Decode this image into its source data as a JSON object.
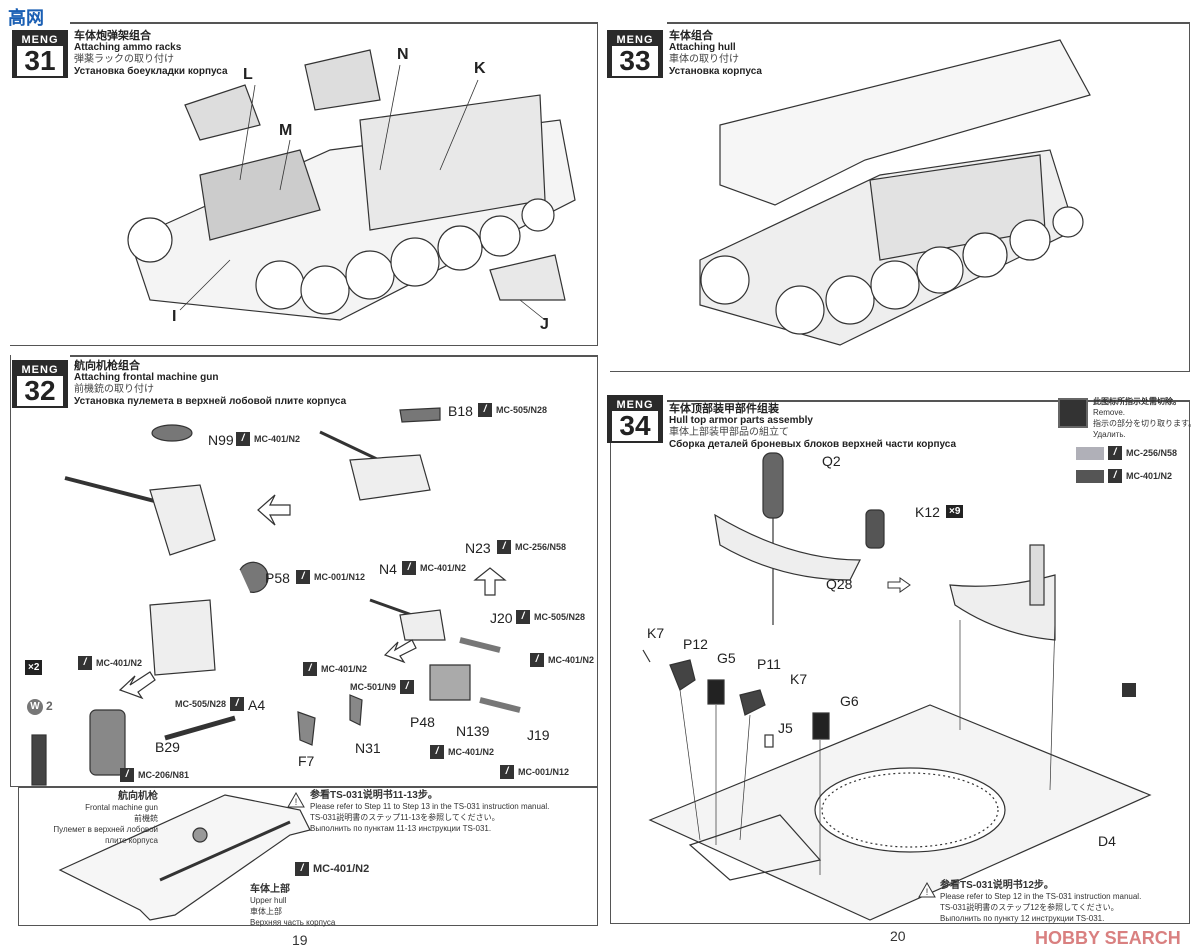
{
  "watermark_top": "高网",
  "brand": "MENG",
  "steps": {
    "s31": {
      "number": "31",
      "zh": "车体炮弹架组合",
      "en": "Attaching ammo racks",
      "ja": "弾薬ラックの取り付け",
      "ru": "Установка боеукладки корпуса",
      "callouts": [
        "L",
        "N",
        "M",
        "K",
        "I",
        "J"
      ]
    },
    "s32": {
      "number": "32",
      "zh": "航向机枪组合",
      "en": "Attaching frontal machine gun",
      "ja": "前機銃の取り付け",
      "ru": "Установка пулемета в верхней лобовой плите корпуса",
      "parts": {
        "N99": "N99",
        "B18": "B18",
        "P58": "P58",
        "N23": "N23",
        "N4": "N4",
        "J20": "J20",
        "A4": "A4",
        "B29": "B29",
        "F7": "F7",
        "N31": "N31",
        "P48": "P48",
        "N139": "N139",
        "J19": "J19",
        "x2": "×2",
        "w2": "2"
      },
      "paints": {
        "p1": "MC-401/N2",
        "p2": "MC-505/N28",
        "p3": "MC-001/N12",
        "p4": "MC-256/N58",
        "p5": "MC-401/N2",
        "p6": "MC-505/N28",
        "p7": "MC-401/N2",
        "p8": "MC-401/N2",
        "p9": "MC-401/N2",
        "p10": "MC-501/N9",
        "p11": "MC-505/N28",
        "p12": "MC-401/N2",
        "p13": "MC-001/N12",
        "p14": "MC-206/N81"
      },
      "sub": {
        "gun_zh": "航向机枪",
        "gun_en": "Frontal machine gun",
        "gun_ja": "前機銃",
        "gun_ru": "Пулемет в верхней лобовой плите корпуса",
        "hull_zh": "车体上部",
        "hull_en": "Upper hull",
        "hull_ja": "車体上部",
        "hull_ru": "Верхняя часть корпуса",
        "paint": "MC-401/N2",
        "note_zh": "参看TS-031说明书11-13步。",
        "note_en": "Please refer to Step 11 to Step 13 in the TS-031 instruction manual.",
        "note_ja": "TS-031説明書のステップ11-13を参照してください。",
        "note_ru": "Выполнить по пунктам 11-13 инструкции TS-031."
      }
    },
    "s33": {
      "number": "33",
      "zh": "车体组合",
      "en": "Attaching hull",
      "ja": "車体の取り付け",
      "ru": "Установка корпуса"
    },
    "s34": {
      "number": "34",
      "zh": "车体顶部装甲部件组装",
      "en": "Hull top armor parts assembly",
      "ja": "車体上部装甲部品の組立て",
      "ru": "Сборка деталей броневых блоков верхней части корпуса",
      "legend": {
        "remove_zh": "此图标所指示处需切除。",
        "remove_en": "Remove.",
        "remove_ja": "指示の部分を切り取ります。",
        "remove_ru": "Удалить.",
        "light": "MC-256/N58",
        "dark": "MC-401/N2",
        "light_color": "#b0b0b8",
        "dark_color": "#555555"
      },
      "parts": {
        "Q2": "Q2",
        "K12": "K12",
        "x9": "×9",
        "Q28": "Q28",
        "K7a": "K7",
        "P12": "P12",
        "G5": "G5",
        "P11": "P11",
        "K7b": "K7",
        "G6": "G6",
        "J5": "J5",
        "D4": "D4"
      },
      "note_zh": "参看TS-031说明书12步。",
      "note_en": "Please refer to Step 12 in the TS-031 instruction manual.",
      "note_ja": "TS-031説明書のステップ12を参照してください。",
      "note_ru": "Выполнить по пункту 12 инструкции TS-031."
    }
  },
  "page_left": "19",
  "page_right": "20",
  "watermark_bottom": "HOBBY SEARCH"
}
